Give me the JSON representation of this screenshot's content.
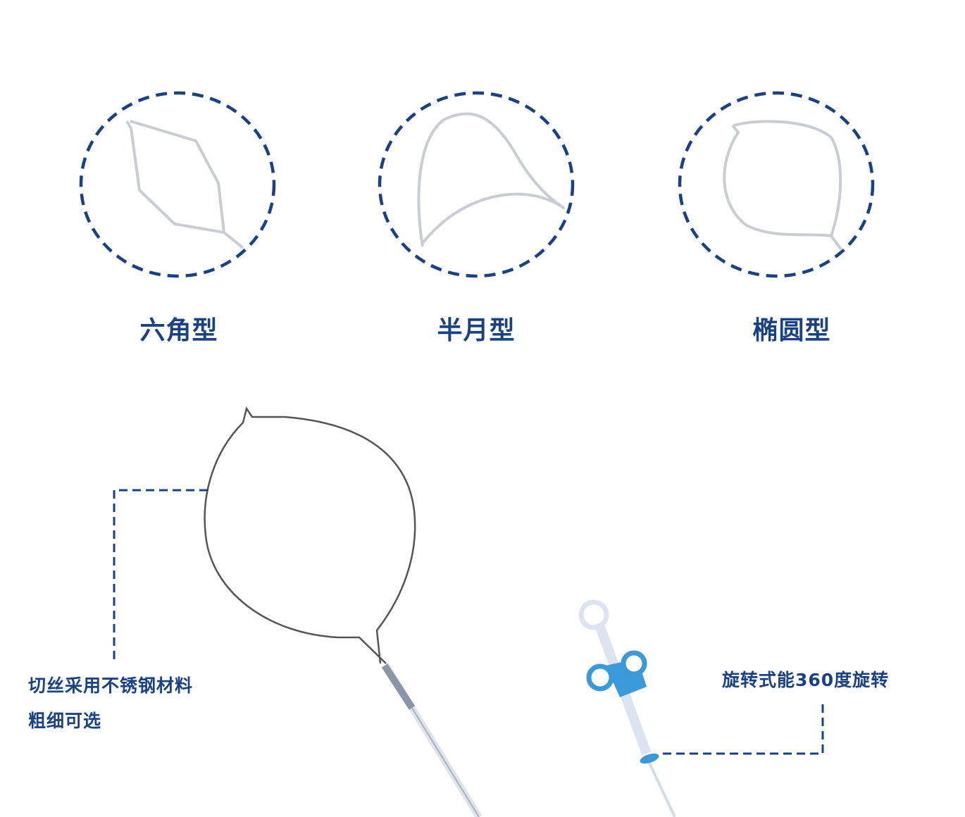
{
  "colors": {
    "accent": "#1a4185",
    "handle_blue": "#3a9ad9"
  },
  "shapes": [
    {
      "label": "六角型",
      "icon": "hexagonal-snare-icon"
    },
    {
      "label": "半月型",
      "icon": "crescent-snare-icon"
    },
    {
      "label": "椭圆型",
      "icon": "oval-snare-icon"
    }
  ],
  "notes": {
    "wire_line1": "切丝采用不锈钢材料",
    "wire_line2": "粗细可选",
    "rotation": "旋转式能360度旋转"
  }
}
